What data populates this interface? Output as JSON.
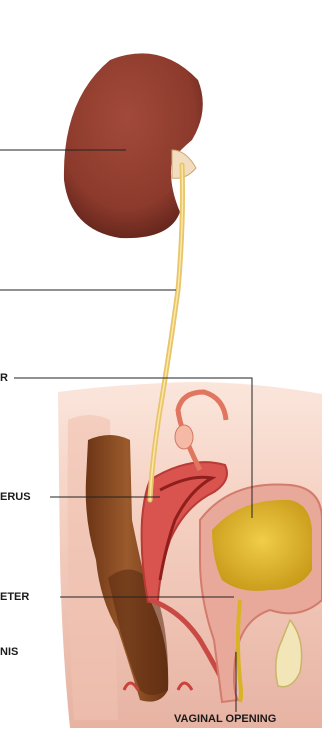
{
  "labels": {
    "bladder": "R",
    "uterus": "ERUS",
    "urethra": "ETER",
    "clitoris": "NIS",
    "vaginal_opening": "VAGINAL OPENING"
  },
  "colors": {
    "kidney": "#8c3a2c",
    "ureter": "#e8c46a",
    "pelvis_skin": "#f4cfc0",
    "colon": "#8a4a24",
    "uterus": "#d9534f",
    "bladder_wall": "#e9a99a",
    "bladder_urine": "#d9b325",
    "leader_line": "#222222"
  }
}
